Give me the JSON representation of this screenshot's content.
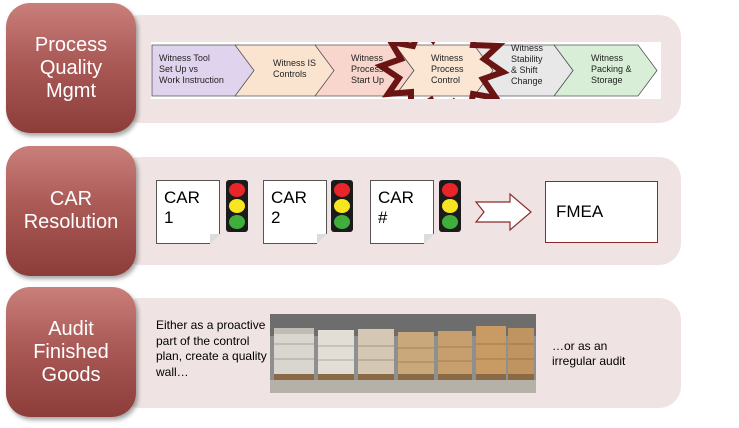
{
  "rows": [
    {
      "label": "Process\nQuality\nMgmt"
    },
    {
      "label": "CAR\nResolution"
    },
    {
      "label": "Audit\nFinished\nGoods"
    }
  ],
  "process_steps": [
    {
      "label": "Witness Tool\nSet Up vs\nWork Instruction",
      "color": "#e0d3ee"
    },
    {
      "label": "Witness IS\nControls",
      "color": "#fbe4cf"
    },
    {
      "label": "Witness\nProcess\nStart Up",
      "color": "#f9d6cd"
    },
    {
      "label": "Witness\nProcess\nControl",
      "color": "#fbe6d4"
    },
    {
      "label": "Witness\nStability\n& Shift\nChange",
      "color": "#e8e8e8"
    },
    {
      "label": "Witness\nPacking &\nStorage",
      "color": "#d8eed6"
    }
  ],
  "highlight_step": "Witness Process Control",
  "car_cards": [
    {
      "label": "CAR\n1"
    },
    {
      "label": "CAR\n2"
    },
    {
      "label": "CAR\n#"
    }
  ],
  "traffic_light_colors": {
    "red": "#e8252a",
    "yellow": "#f6e51f",
    "green": "#3fae3c"
  },
  "fmea_label": "FMEA",
  "audit": {
    "left_text": "Either as a proactive part of the control plan, create a quality wall…",
    "right_text": "…or as an\nirregular audit"
  },
  "colors": {
    "band": "#efe3e3",
    "label_box": "#ab5a56",
    "highlight_border": "#6b1414"
  }
}
